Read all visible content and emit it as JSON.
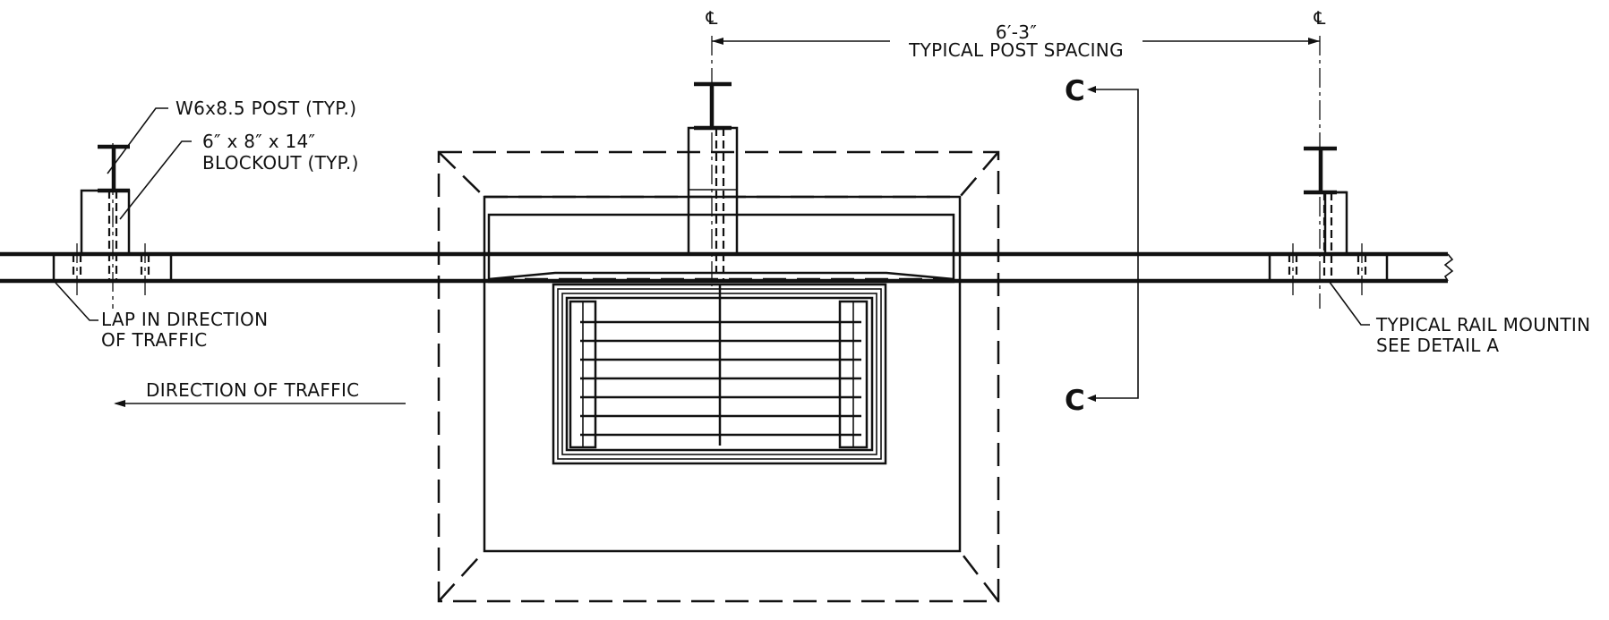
{
  "labels": {
    "post": "W6x8.5 POST (TYP.)",
    "blockout_line1": "6″ x 8″ x 14″",
    "blockout_line2": "BLOCKOUT (TYP.)",
    "spacing_value": "6′-3″",
    "spacing_label": "TYPICAL POST SPACING",
    "lap_line1": "LAP IN DIRECTION",
    "lap_line2": "OF TRAFFIC",
    "traffic": "DIRECTION OF TRAFFIC",
    "mounting_line1": "TYPICAL RAIL MOUNTIN",
    "mounting_line2": "SEE DETAIL A",
    "section_mark_top": "C",
    "section_mark_bottom": "C",
    "centerline_left": "℄",
    "centerline_right": "℄"
  }
}
